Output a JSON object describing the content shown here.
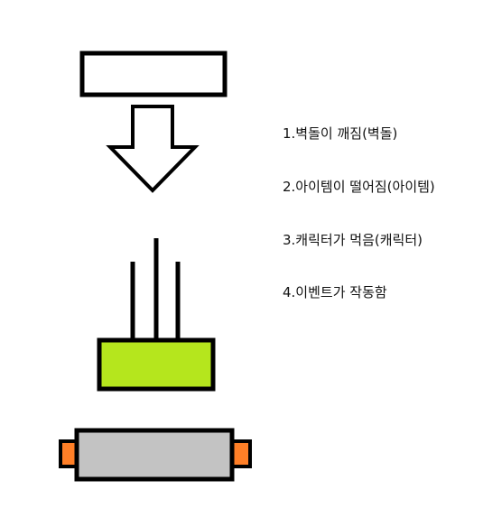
{
  "steps": [
    {
      "label": "1.벽돌이 깨짐(벽돌)"
    },
    {
      "label": "2.아이템이 떨어짐(아이템)"
    },
    {
      "label": "3.캐릭터가 먹음(캐릭터)"
    },
    {
      "label": "4.이벤트가 작동함"
    }
  ],
  "colors": {
    "stroke": "#000000",
    "brick_fill": "#ffffff",
    "item_fill": "#b5e61d",
    "character_body": "#c3c3c3",
    "character_ends": "#ff7f27"
  },
  "icons": {
    "arrow": "down-arrow-icon",
    "lines": "falling-lines-icon"
  }
}
